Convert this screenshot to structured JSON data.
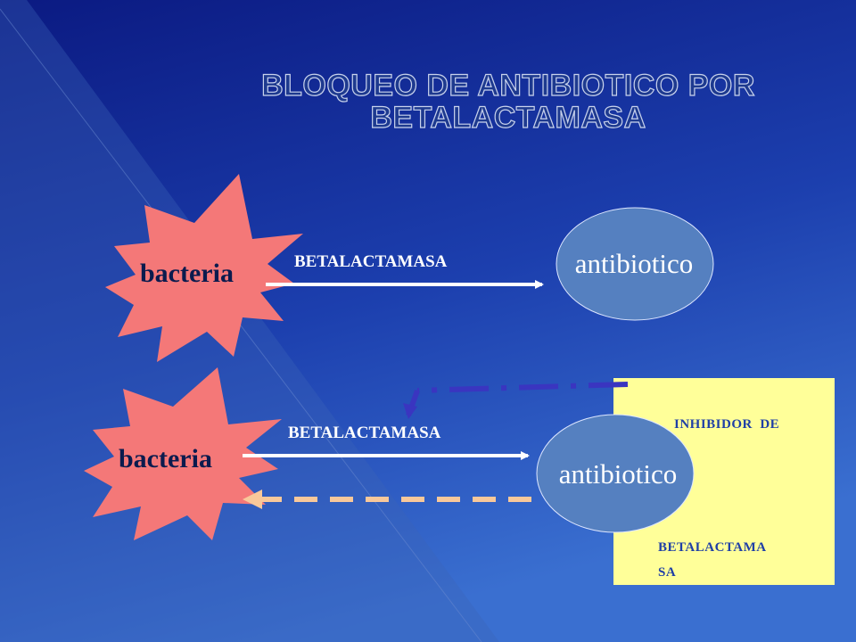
{
  "title": {
    "line1": "BLOQUEO DE ANTIBIOTICO POR",
    "line2": "BETALACTAMASA"
  },
  "row1": {
    "bacteria_label": "bacteria",
    "arrow_label": "BETALACTAMASA",
    "antibiotic_label": "antibiotico"
  },
  "row2": {
    "bacteria_label": "bacteria",
    "arrow_label": "BETALACTAMASA",
    "antibiotic_label": "antibiotico"
  },
  "inhibitor_box": {
    "line1": "INHIBIDOR  DE",
    "line2": "BETALACTAMA",
    "line3": "SA"
  },
  "colors": {
    "background_top": "#0d1f8a",
    "background_bottom": "#2f63c8",
    "starburst": "#f47878",
    "ellipse": "#5580c0",
    "inhibitor_box": "#ffff99",
    "dash_blue": "#3a35c0",
    "dash_peach": "#f8c89a"
  }
}
